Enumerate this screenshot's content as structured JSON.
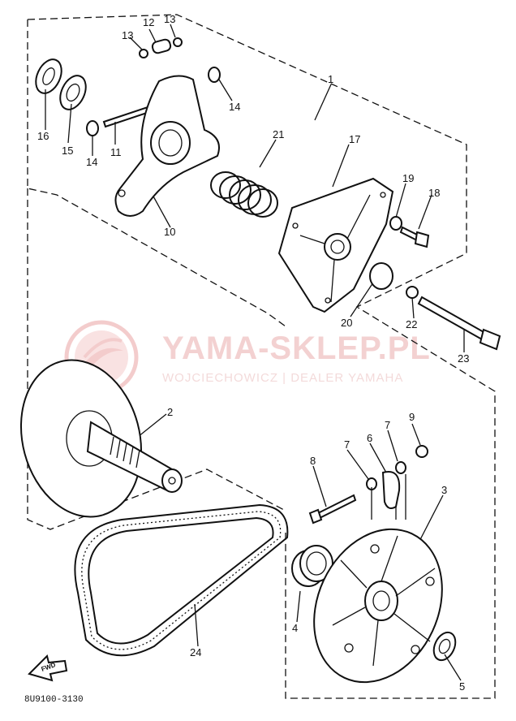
{
  "diagram": {
    "catalog_code": "8U9100-3130",
    "fwd_label": "FWD",
    "watermark": {
      "title": "YAMA-SKLEP.PL",
      "subtitle": "WOJCIECHOWICZ | DEALER YAMAHA",
      "color": "#e8a0a0"
    },
    "callouts": [
      {
        "id": "c1",
        "label": "1"
      },
      {
        "id": "c2",
        "label": "2"
      },
      {
        "id": "c3",
        "label": "3"
      },
      {
        "id": "c4",
        "label": "4"
      },
      {
        "id": "c5",
        "label": "5"
      },
      {
        "id": "c6",
        "label": "6"
      },
      {
        "id": "c7a",
        "label": "7"
      },
      {
        "id": "c7b",
        "label": "7"
      },
      {
        "id": "c8",
        "label": "8"
      },
      {
        "id": "c9",
        "label": "9"
      },
      {
        "id": "c10",
        "label": "10"
      },
      {
        "id": "c11",
        "label": "11"
      },
      {
        "id": "c12",
        "label": "12"
      },
      {
        "id": "c13a",
        "label": "13"
      },
      {
        "id": "c13b",
        "label": "13"
      },
      {
        "id": "c14a",
        "label": "14"
      },
      {
        "id": "c14b",
        "label": "14"
      },
      {
        "id": "c15",
        "label": "15"
      },
      {
        "id": "c16",
        "label": "16"
      },
      {
        "id": "c17",
        "label": "17"
      },
      {
        "id": "c18",
        "label": "18"
      },
      {
        "id": "c19",
        "label": "19"
      },
      {
        "id": "c20",
        "label": "20"
      },
      {
        "id": "c21",
        "label": "21"
      },
      {
        "id": "c22",
        "label": "22"
      },
      {
        "id": "c23",
        "label": "23"
      },
      {
        "id": "c24",
        "label": "24"
      }
    ]
  }
}
